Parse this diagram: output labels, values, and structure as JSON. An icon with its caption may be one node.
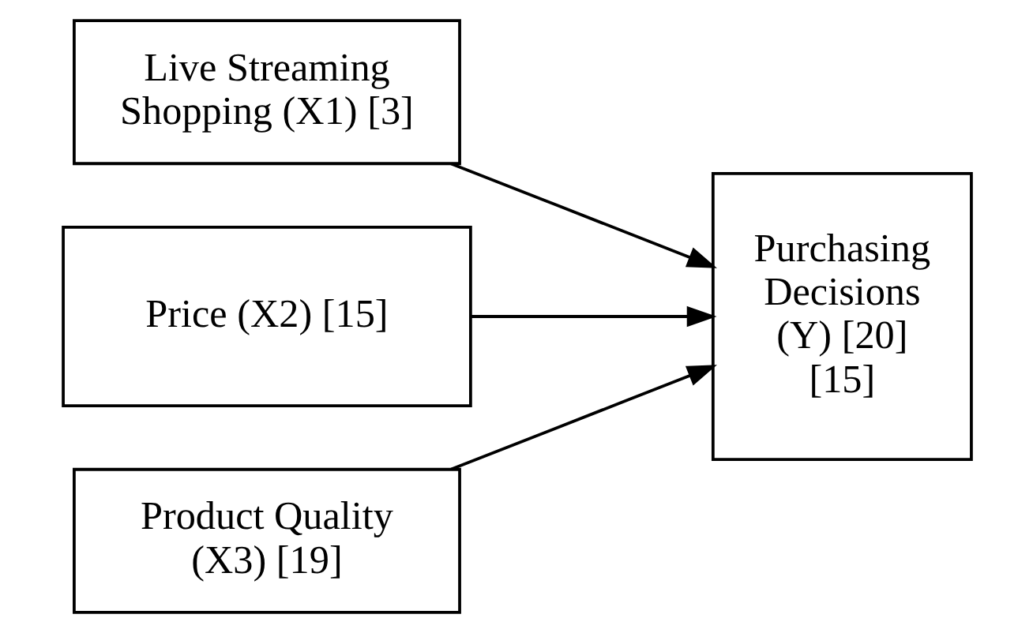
{
  "diagram": {
    "nodes": [
      {
        "text": [
          "Live Streaming Shopping (X1) [3]"
        ]
      },
      {
        "text": [
          "Price (X2) [15]"
        ]
      },
      {
        "text": [
          "Product Quality (X3) [19]"
        ]
      },
      {
        "text": [
          "Purchasing Decisions (Y) [20] [15]"
        ]
      }
    ],
    "edges": [
      {
        "from": 0,
        "to": 3,
        "arrow": "to"
      },
      {
        "from": 1,
        "to": 3,
        "arrow": "to"
      },
      {
        "from": 2,
        "to": 3,
        "arrow": "to"
      }
    ]
  }
}
